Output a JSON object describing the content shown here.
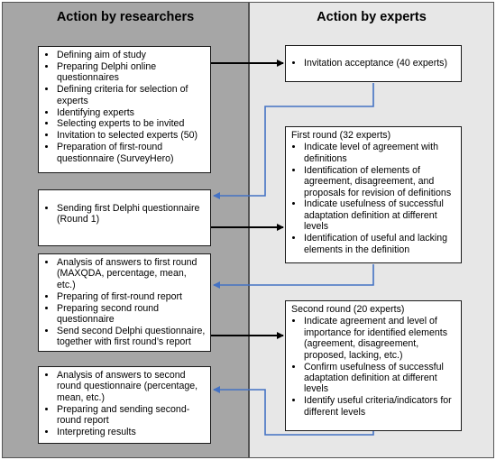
{
  "columns": {
    "researchers": "Action by researchers",
    "experts": "Action by experts"
  },
  "researcher_boxes": [
    {
      "items": [
        "Defining aim of study",
        "Preparing Delphi online questionnaires",
        "Defining criteria for selection of experts",
        "Identifying experts",
        "Selecting experts to be invited",
        "Invitation to selected experts (50)",
        "Preparation of first-round questionnaire (SurveyHero)"
      ]
    },
    {
      "items": [
        "Sending first Delphi questionnaire (Round 1)"
      ]
    },
    {
      "items": [
        "Analysis of answers to first round (MAXQDA, percentage, mean, etc.)",
        "Preparing of first-round report",
        "Preparing second round questionnaire",
        "Send second Delphi questionnaire, together with first round’s report"
      ]
    },
    {
      "items": [
        "Analysis of answers to second round questionnaire (percentage, mean, etc.)",
        "Preparing and sending second-round report",
        "Interpreting results"
      ]
    }
  ],
  "expert_boxes": [
    {
      "heading": "",
      "items": [
        "Invitation acceptance (40 experts)"
      ]
    },
    {
      "heading": "First round (32 experts)",
      "items": [
        "Indicate level of agreement with definitions",
        "Identification of elements of agreement, disagreement, and proposals for revision of definitions",
        "Indicate usefulness of successful adaptation definition at different levels",
        "Identification of useful and lacking elements in the definition"
      ]
    },
    {
      "heading": "Second round (20 experts)",
      "items": [
        "Indicate agreement and level of importance for identified elements (agreement, disagreement, proposed, lacking, etc.)",
        "Confirm usefulness of successful adaptation definition at different levels",
        "Identify useful criteria/indicators for different levels"
      ]
    }
  ],
  "colors": {
    "left_panel": "#a6a6a6",
    "right_panel": "#e7e7e7",
    "arrow_black": "#000000",
    "arrow_blue": "#4472c4"
  }
}
